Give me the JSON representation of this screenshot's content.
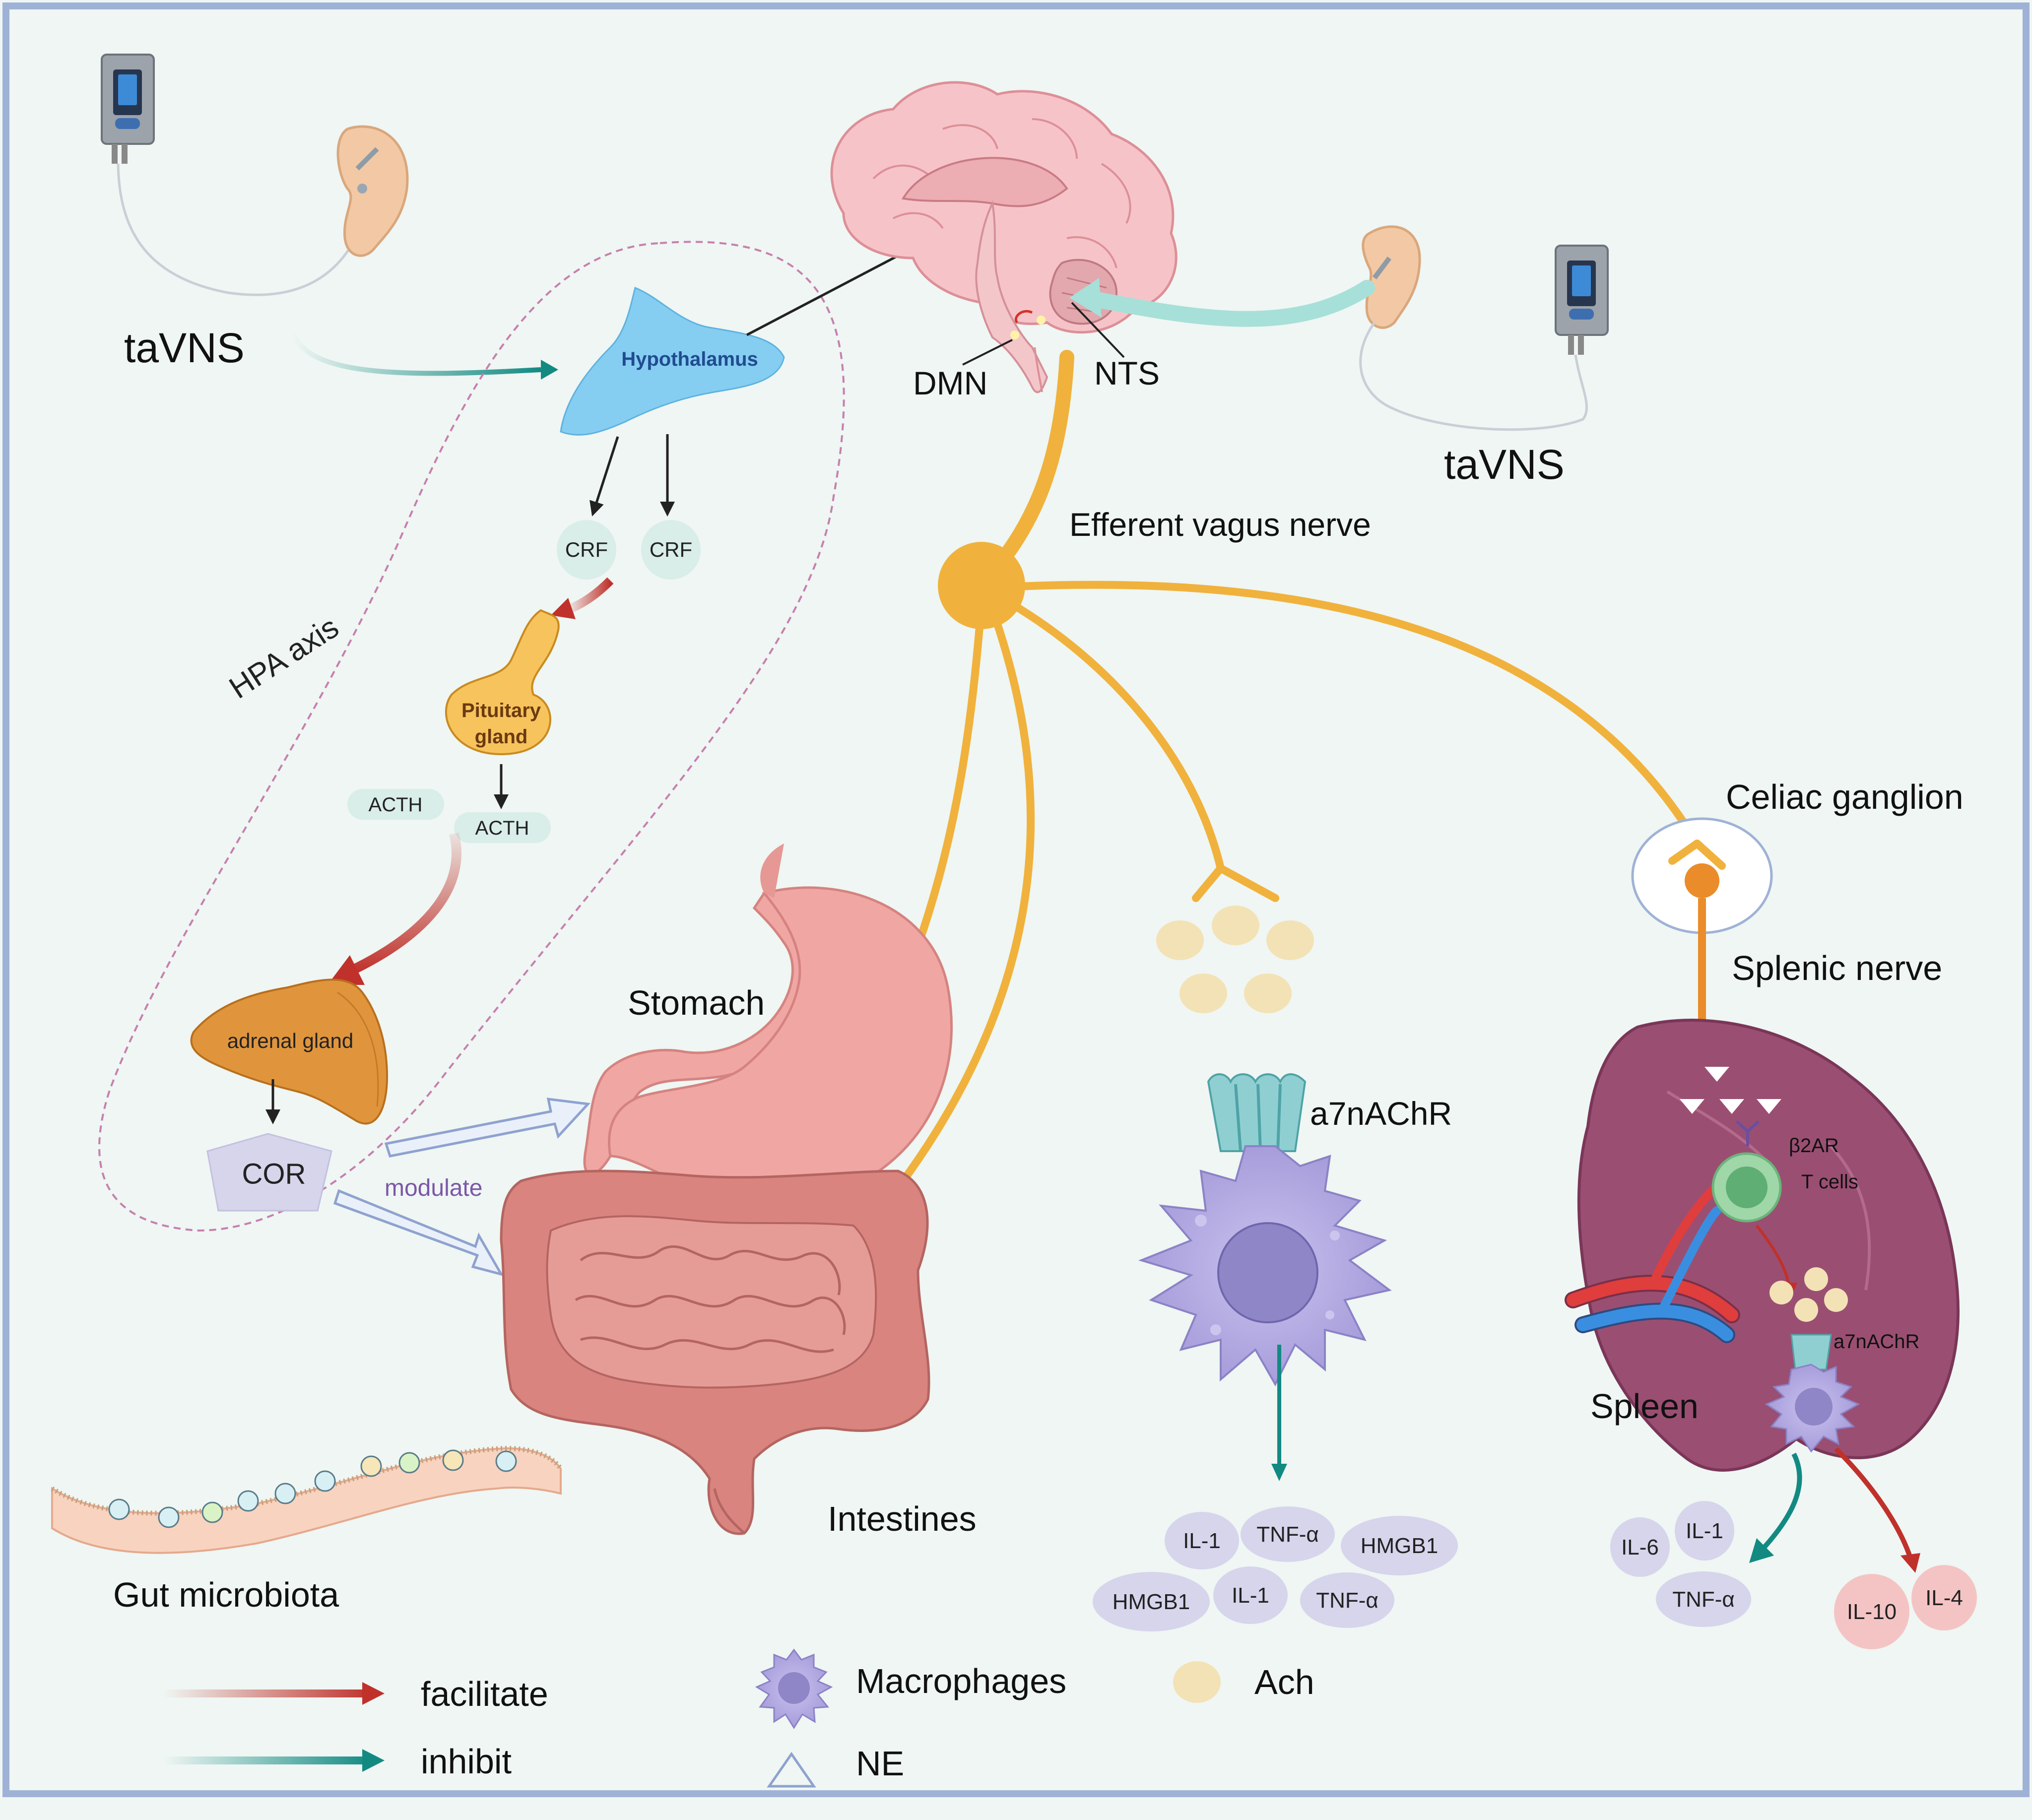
{
  "labels": {
    "tavns_left": "taVNS",
    "tavns_right": "taVNS",
    "hypothalamus": "Hypothalamus",
    "dmn": "DMN",
    "nts": "NTS",
    "efferent": "Efferent vagus nerve",
    "crf": "CRF",
    "hpa": "HPA axis",
    "pituitary_1": "Pituitary",
    "pituitary_2": "gland",
    "acth": "ACTH",
    "adrenal": "adrenal gland",
    "cor": "COR",
    "modulate": "modulate",
    "stomach": "Stomach",
    "intestines": "Intestines",
    "gut_microbiota": "Gut microbiota",
    "a7nachr": "a7nAChR",
    "a7nachr_small": "a7nAChR",
    "celiac": "Celiac ganglion",
    "splenic": "Splenic nerve",
    "b2ar": "β2AR",
    "tcells": "T cells",
    "spleen": "Spleen"
  },
  "cytokines": {
    "il1": "IL-1",
    "tnf": "TNF-α",
    "hmgb1": "HMGB1",
    "il6": "IL-6",
    "il10": "IL-10",
    "il4": "IL-4"
  },
  "legend": {
    "facilitate": "facilitate",
    "inhibit": "inhibit",
    "macrophages": "Macrophages",
    "ach": "Ach",
    "ne": "NE"
  },
  "colors": {
    "background": "#eff6f3",
    "frame": "#9fb2d6",
    "nerve": "#f0b23c",
    "facilitate": "#c0312b",
    "inhibit": "#128a82",
    "hypothalamus": "#86cdf2",
    "pituitary": "#f7c35c",
    "adrenal": "#e0953d",
    "stomach": "#f0a7a3",
    "intestine": "#d9847f",
    "macrophage": "#b1a8e0",
    "spleen": "#9a4f72",
    "cytokine_inhibited": "#d6d5ec",
    "cytokine_facilitated": "#f4c4c4",
    "ach": "#f3e2b5",
    "bubble": "#d9ede9"
  }
}
